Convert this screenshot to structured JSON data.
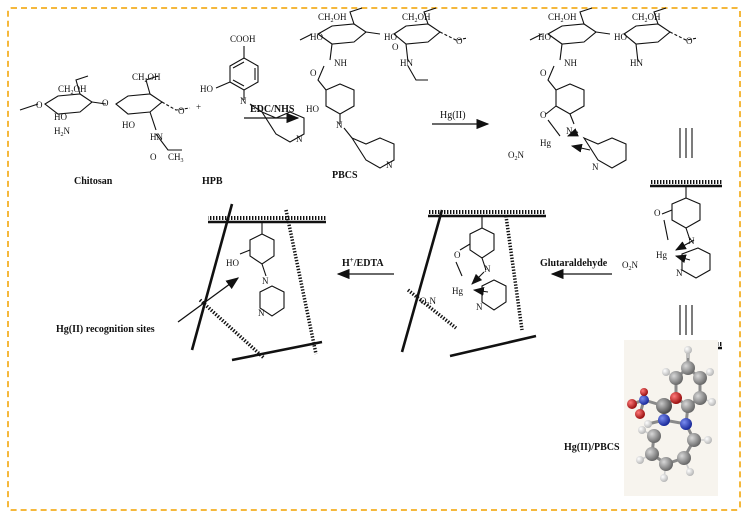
{
  "compounds": {
    "chitosan": "Chitosan",
    "hpb": "HPB",
    "pbcs": "PBCS",
    "hg_pbcs": "Hg(II)/PBCS"
  },
  "reactions": {
    "edc_nhs": "EDC/NHS",
    "hg_ii": "Hg(II)",
    "glutaraldehyde": "Glutaraldehyde",
    "h_edta_h": "H",
    "h_edta_sup": "+",
    "h_edta_rest": "/EDTA"
  },
  "annotations": {
    "recognition_sites": "Hg(II) recognition sites"
  },
  "atoms": {
    "cooh": "COOH",
    "ch2oh": "CH",
    "ch2oh_sub": "2",
    "ch2oh_oh": "OH",
    "ho": "HO",
    "oh": "OH",
    "o": "O",
    "n": "N",
    "nh": "NH",
    "hn": "HN",
    "h2n_h": "H",
    "h2n_sub": "2",
    "h2n_n": "N",
    "ch3": "CH",
    "ch3_sub": "3",
    "hg": "Hg",
    "o2n_o": "O",
    "o2n_sub": "2",
    "o2n_n": "N",
    "plus": "+"
  },
  "colors": {
    "frame": "#f5b83c",
    "ink": "#111111",
    "model_bg": "#f7f4ee",
    "carbon": "#8a8a8a",
    "hydrogen": "#e8e8e8",
    "nitrogen": "#2a3fbf",
    "oxygen": "#cc1f1f",
    "mercury": "#6e6e6e"
  }
}
